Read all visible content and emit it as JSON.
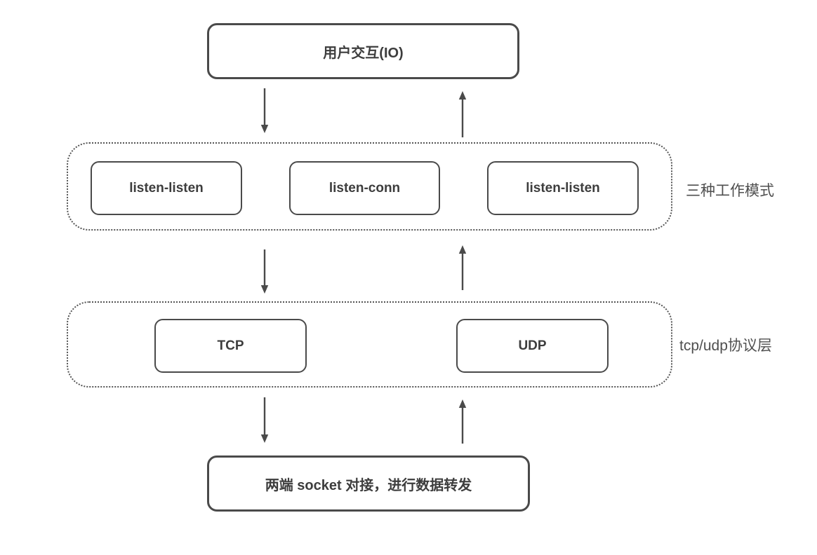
{
  "colors": {
    "stroke": "#4a4a4a",
    "dotted_stroke": "#555555",
    "text": "#3d3d3d",
    "label_text": "#4f4f4f",
    "background": "#ffffff"
  },
  "diagram": {
    "top_node": {
      "label": "用户交互(IO)"
    },
    "modes_group": {
      "label": "三种工作模式",
      "nodes": [
        {
          "label": "listen-listen"
        },
        {
          "label": "listen-conn"
        },
        {
          "label": "listen-listen"
        }
      ]
    },
    "protocol_group": {
      "label": "tcp/udp协议层",
      "nodes": [
        {
          "label": "TCP"
        },
        {
          "label": "UDP"
        }
      ]
    },
    "bottom_node": {
      "label": "两端 socket 对接，进行数据转发"
    },
    "arrows": [
      {
        "name": "io-to-modes",
        "direction": "down"
      },
      {
        "name": "modes-to-io",
        "direction": "up"
      },
      {
        "name": "modes-to-protocol",
        "direction": "down"
      },
      {
        "name": "protocol-to-modes",
        "direction": "up"
      },
      {
        "name": "protocol-to-socket",
        "direction": "down"
      },
      {
        "name": "socket-to-protocol",
        "direction": "up"
      }
    ]
  }
}
